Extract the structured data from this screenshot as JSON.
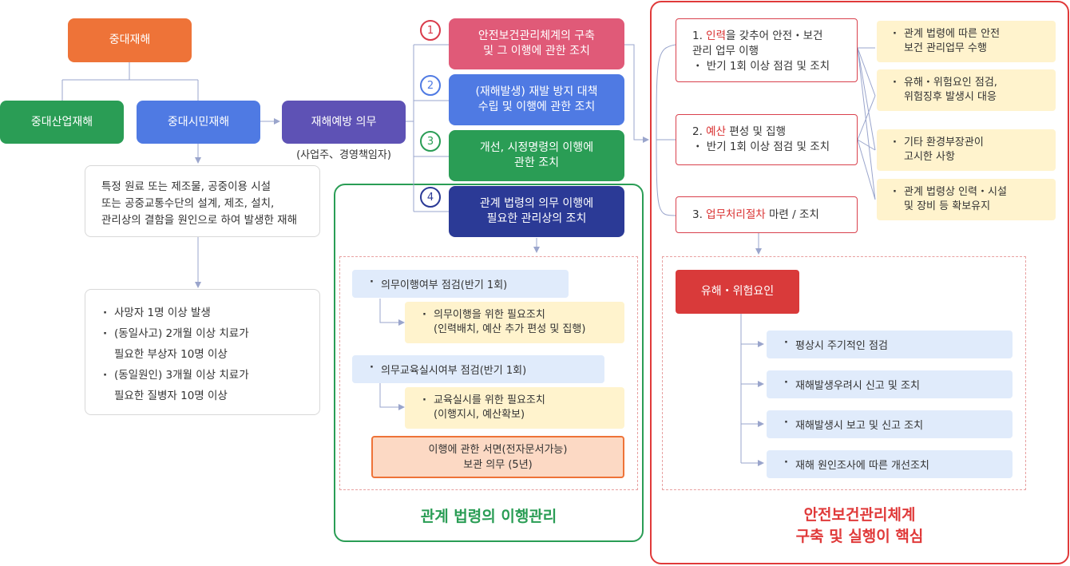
{
  "root": "중대재해",
  "industrial": "중대산업재해",
  "civil": "중대시민재해",
  "prevention": {
    "label": "재해예방 의무",
    "sub": "(사업주、경영책임자)"
  },
  "civil_def": [
    "특정 원료 또는 제조물, 공중이용 시설",
    "또는 공중교통수단의 설계, 제조, 설치,",
    "관리상의 결함을 원인으로 하여 발생한 재해"
  ],
  "criteria": [
    [
      "사망자 1명 이상 발생"
    ],
    [
      "(동일사고) 2개월 이상 치료가",
      "필요한 부상자 10명 이상"
    ],
    [
      "(동일원인) 3개월 이상 치료가",
      "필요한 질병자 10명 이상"
    ]
  ],
  "duties": [
    {
      "num": "1",
      "lines": [
        "안전보건관리체계의 구축",
        "및 그 이행에 관한 조치"
      ],
      "color": "#e05a78",
      "ring": "#d93a4a"
    },
    {
      "num": "2",
      "lines": [
        "(재해발생) 재발 방지 대책",
        "수립 및 이행에 관한 조치"
      ],
      "color": "#4f7ae3",
      "ring": "#4f7ae3"
    },
    {
      "num": "3",
      "lines": [
        "개선, 시정명령의 이행에",
        "관한 조치"
      ],
      "color": "#2a9d55",
      "ring": "#2a9d55"
    },
    {
      "num": "4",
      "lines": [
        "관계 법령의 의무 이행에",
        "필요한 관리상의 조치"
      ],
      "color": "#2b3a96",
      "ring": "#2b3a96"
    }
  ],
  "compliance": {
    "check1": "의무이행여부 점검(반기 1회)",
    "action1": [
      "의무이행을 위한 필요조치",
      "(인력배치, 예산 추가 편성 및 집행)"
    ],
    "check2": "의무교육실시여부 점검(반기 1회)",
    "action2": [
      "교육실시를 위한 필요조치",
      "(이행지시, 예산확보)"
    ],
    "keep": [
      "이행에 관한 서면(전자문서가능)",
      "보관 의무 (5년)"
    ],
    "title": "관계 법령의 이행관리",
    "color": "#2a9d55"
  },
  "system": {
    "item1": {
      "pre": "1. ",
      "hl": "인력",
      "post": "을 갖추어 안전・보건",
      "line2": "관리 업무 이행",
      "line3": "・ 반기 1회 이상 점검 및 조치"
    },
    "item2": {
      "pre": "2. ",
      "hl": "예산",
      "post": " 편성 및 집행",
      "line2": "・ 반기 1회 이상 점검 및 조치"
    },
    "item3": {
      "pre": "3. ",
      "hl": "업무처리절차",
      "post": " 마련 / 조치"
    },
    "notes": [
      [
        "관계 법령에 따른 안전",
        "보건 관리업무 수행"
      ],
      [
        "유해・위험요인 점검,",
        "위험징후 발생시 대응"
      ],
      [
        "기타 환경부장관이",
        "고시한 사항"
      ],
      [
        "관계 법령상 인력・시설",
        "및 장비 등 확보유지"
      ]
    ],
    "hazard": "유해・위험요인",
    "hazard_items": [
      "평상시 주기적인 점검",
      "재해발생우려시 신고 및 조치",
      "재해발생시 보고 및 신고 조치",
      "재해 원인조사에 따른 개선조치"
    ],
    "title": [
      "안전보건관리체계",
      "구축 및 실행이 핵심"
    ],
    "color": "#e03a3a"
  }
}
